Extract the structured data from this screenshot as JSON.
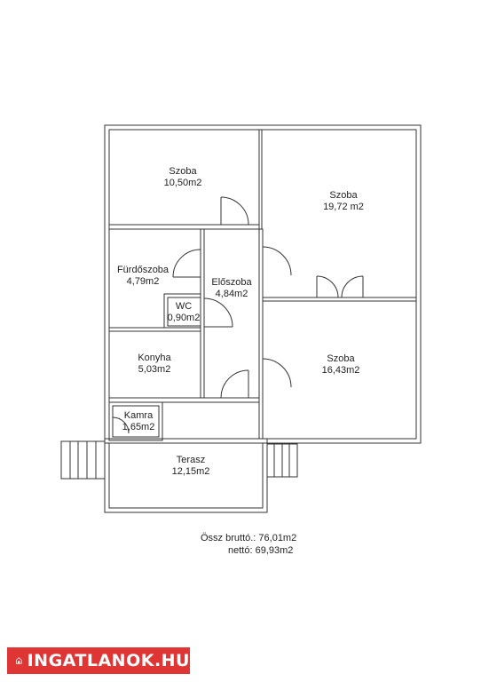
{
  "rooms": {
    "szoba_top_left": {
      "name": "Szoba",
      "area": "10,50m2"
    },
    "szoba_top_right": {
      "name": "Szoba",
      "area": "19,72 m2"
    },
    "furdoszoba": {
      "name": "Fürdőszoba",
      "area": "4,79m2"
    },
    "eloszoba": {
      "name": "Előszoba",
      "area": "4,84m2"
    },
    "wc": {
      "name": "WC",
      "area": "0,90m2"
    },
    "konyha": {
      "name": "Konyha",
      "area": "5,03m2"
    },
    "szoba_bottom_right": {
      "name": "Szoba",
      "area": "16,43m2"
    },
    "kamra": {
      "name": "Kamra",
      "area": "1,65m2"
    },
    "terasz": {
      "name": "Terasz",
      "area": "12,15m2"
    }
  },
  "totals": {
    "gross": "Össz bruttó.: 76,01m2",
    "net": "nettó: 69,93m2"
  },
  "logo": {
    "text": "INGATLANOK.HU",
    "color": "#e03535"
  },
  "colors": {
    "wall": "#333333",
    "wall_fill": "#ffffff"
  }
}
